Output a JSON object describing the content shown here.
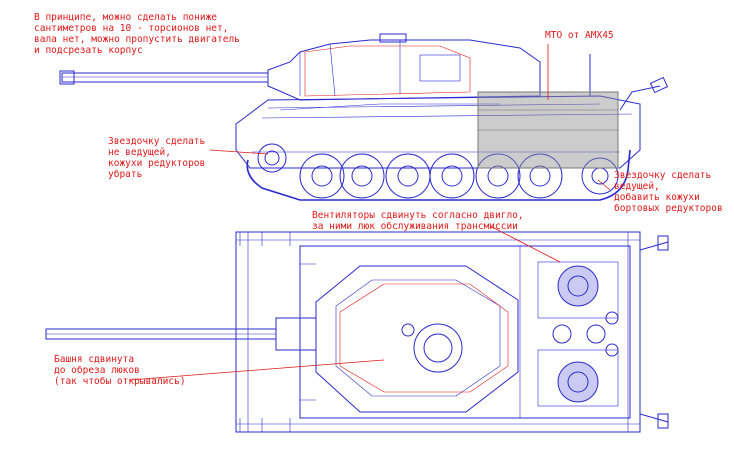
{
  "annotations": {
    "top_left": "В принципе, можно сделать пониже\nсантиметров на 10 - торсионов нет,\nвала нет, можно пропустить двигатель\nи подсрезать корпус",
    "mto": "МТО от AMX45",
    "sprocket_front": "Звездочку сделать\nне ведущей,\nкожухи редукторов\nубрать",
    "sprocket_rear": "Звездочку сделать\nведущей,\nдобавить кожухи\nбортовых редукторов",
    "fans": "Вентиляторы сдвинуть согласно двигло,\nза ними люк обслуживания трансмиссии",
    "turret": "Башня сдвинута\nдо обреза люков\n(так чтобы открывались)"
  },
  "colors": {
    "annotation": "#e01818",
    "blueprint": "#2a2ad0",
    "overlay": "#9a9a9a"
  }
}
